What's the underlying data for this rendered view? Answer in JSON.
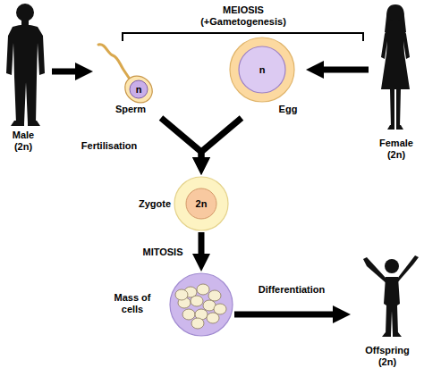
{
  "diagram": {
    "title": "MEIOSIS (+Gametogenesis)",
    "nodes": [
      {
        "text": [
          "Male",
          "(2n)"
        ]
      },
      {
        "text": [
          "n",
          "Sperm"
        ]
      },
      {
        "text": [
          "n",
          "Egg"
        ]
      },
      {
        "text": [
          "Female",
          "(2n)"
        ]
      },
      {
        "text": [
          "Zygote",
          "2n"
        ]
      },
      {
        "text": [
          "Mass of cells"
        ]
      },
      {
        "text": [
          "Offspring",
          "(2n)"
        ]
      }
    ],
    "edges": [
      {
        "from": 0,
        "to": 1,
        "arrow": "to"
      },
      {
        "from": 3,
        "to": 2,
        "arrow": "to"
      },
      {
        "from": 1,
        "to": 4,
        "arrow": "to",
        "label": "Fertilisation"
      },
      {
        "from": 2,
        "to": 4,
        "arrow": "to"
      },
      {
        "from": 4,
        "to": 5,
        "arrow": "to",
        "label": "MITOSIS"
      },
      {
        "from": 5,
        "to": 6,
        "arrow": "to",
        "label": "Differentiation"
      }
    ]
  }
}
